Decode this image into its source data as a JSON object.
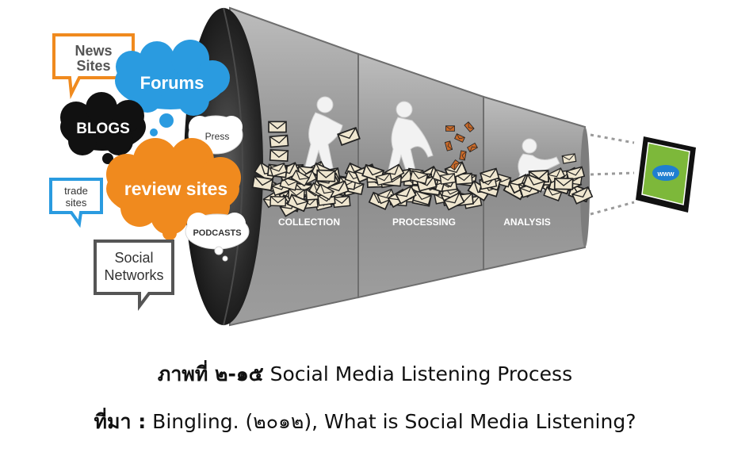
{
  "bubbles": {
    "news_sites": [
      "News",
      "Sites"
    ],
    "forums": "Forums",
    "blogs": "BLOGS",
    "press": "Press",
    "review_sites": "review sites",
    "trade_sites": [
      "trade",
      "sites"
    ],
    "podcasts": "PODCASTS",
    "social_networks": [
      "Social",
      "Networks"
    ]
  },
  "stages": [
    "COLLECTION",
    "PROCESSING",
    "ANALYSIS"
  ],
  "output_label": "www",
  "caption": {
    "figure_label": "ภาพที่ ๒-๑๕",
    "figure_title": "Social Media Listening Process",
    "source_label": "ที่มา :",
    "source_text": "Bingling. (๒๐๑๒), What is Social Media Listening?"
  },
  "colors": {
    "news_border": "#f08a1e",
    "forums_fill": "#2a9be0",
    "blogs_fill": "#111111",
    "review_fill": "#f08a1e",
    "trade_border": "#2a9be0",
    "social_border": "#555555",
    "funnel_dark": "#1e1e1e",
    "funnel_gray": "#8f8f8f"
  }
}
